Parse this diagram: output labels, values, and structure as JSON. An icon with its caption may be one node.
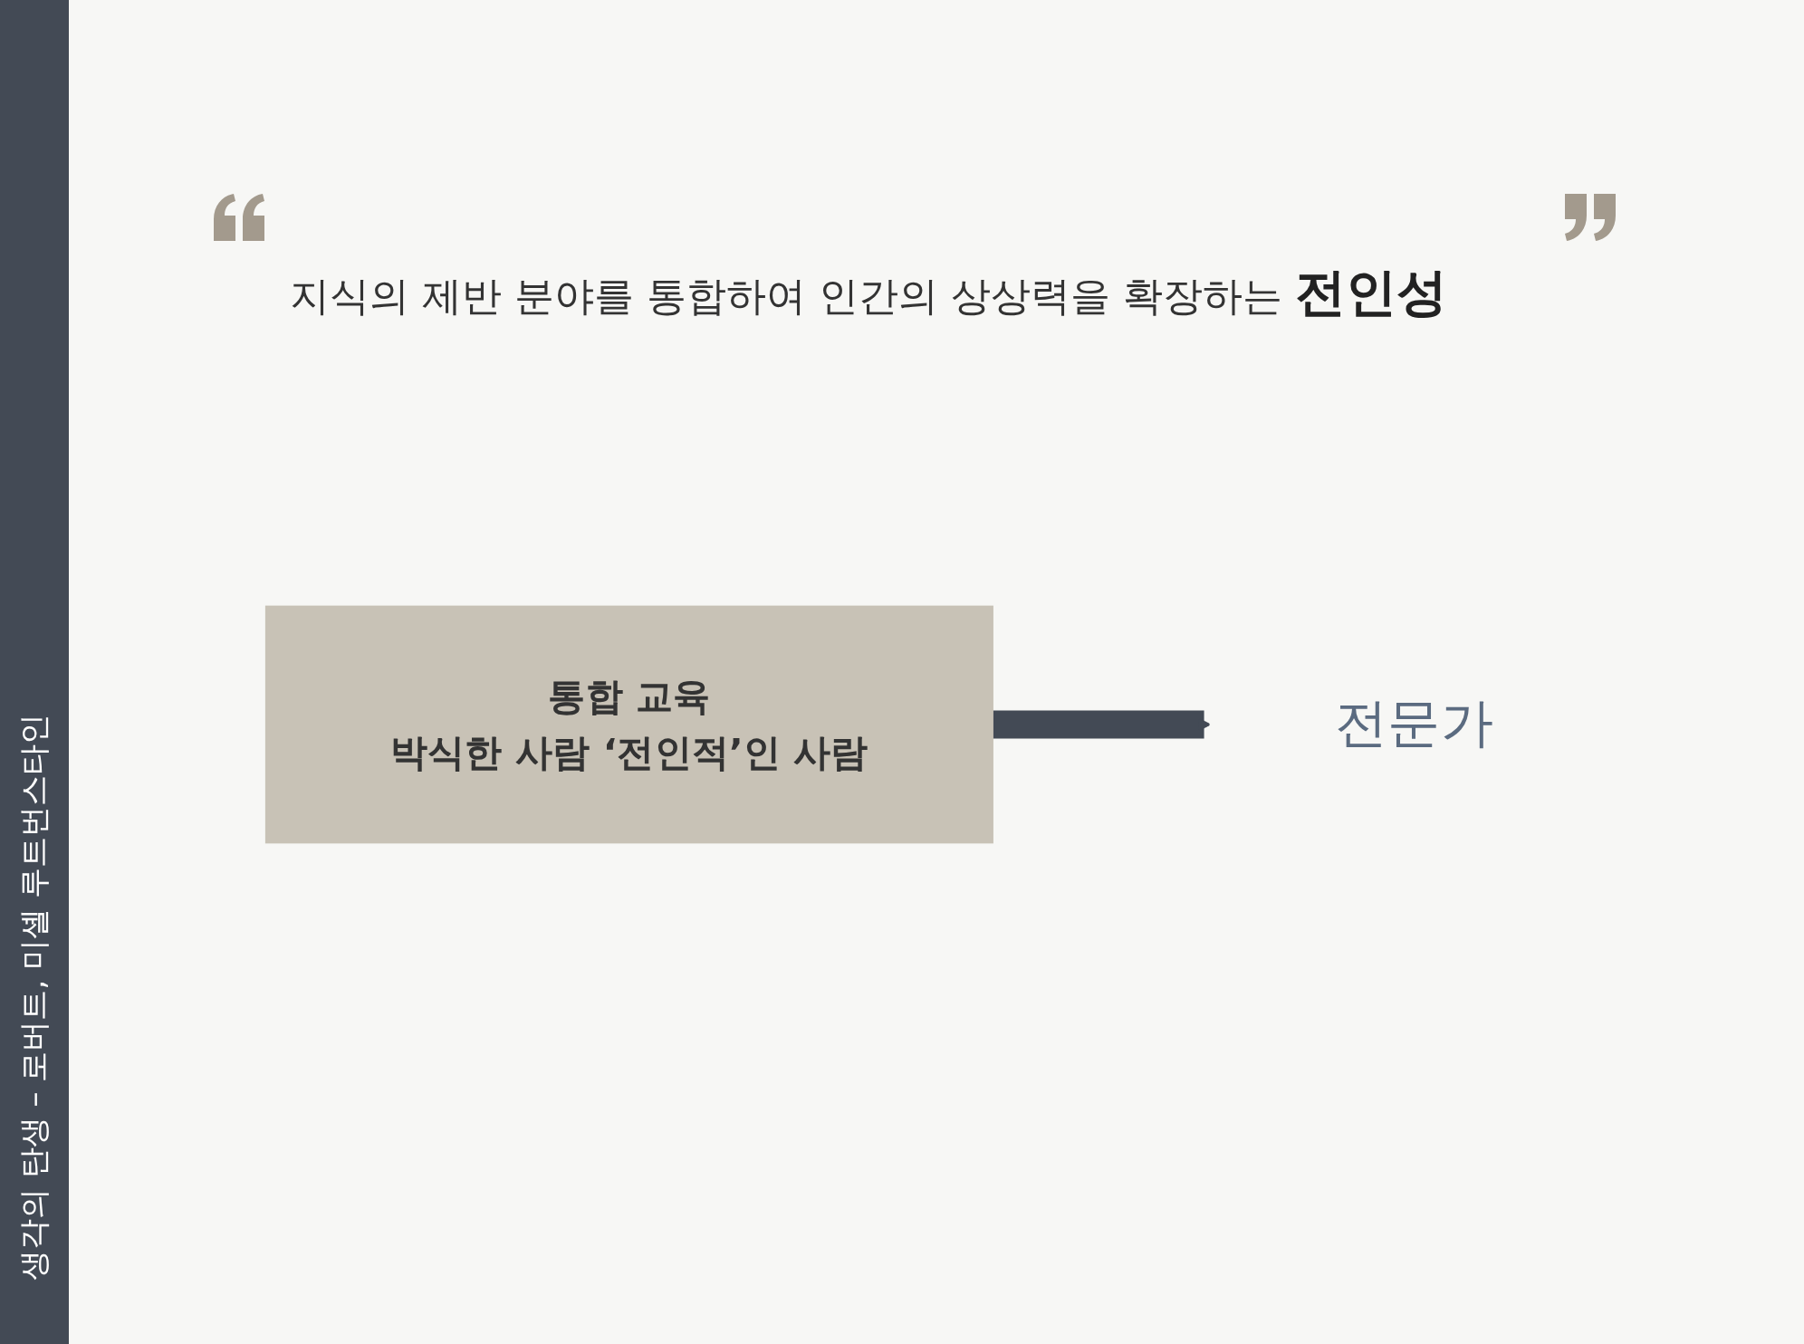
{
  "diagram": {
    "title": "지식의 제반 분야를 통합하여 인간의 상상력을 확장하는 **전인성**",
    "nodes": [
      {
        "text": [
          "통합 교육",
          "박식한 사람 ‘전인적’인 사람"
        ]
      },
      {
        "text": [
          "전문가"
        ]
      }
    ],
    "edges": [
      {
        "from": 0,
        "to": 1,
        "arrow": "to"
      }
    ],
    "labels": [
      "생각의 탄생 – 로버트, 미셸 루트번스타인"
    ]
  }
}
